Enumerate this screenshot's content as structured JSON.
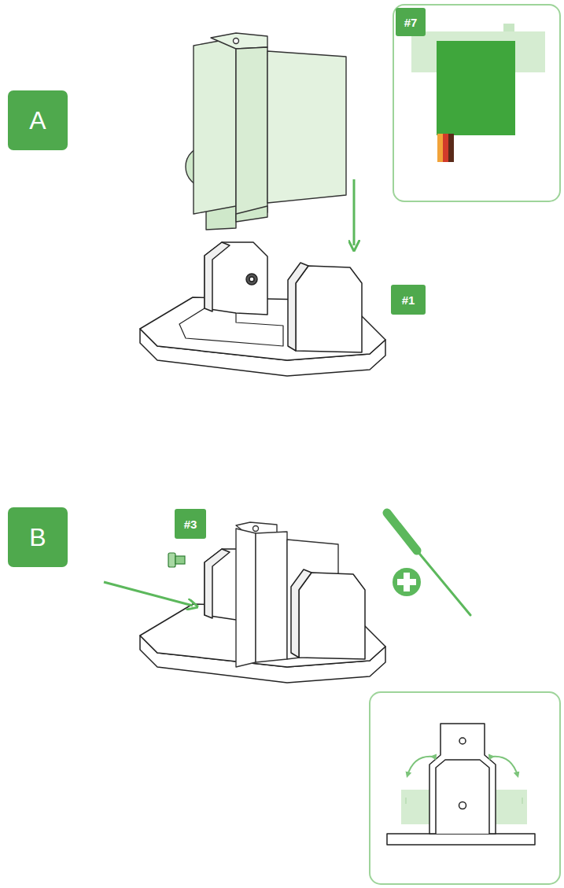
{
  "diagram": {
    "labels": [
      "A",
      "#7",
      "#1",
      "B",
      "#3"
    ]
  }
}
